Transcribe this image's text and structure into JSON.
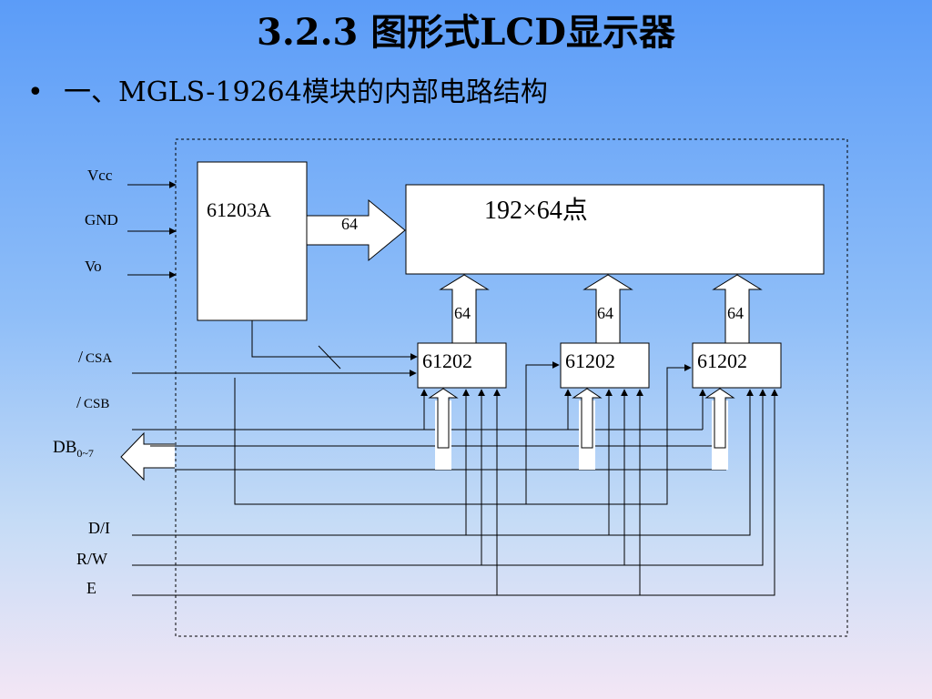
{
  "title": "3.2.3 图形式LCD显示器",
  "bullet": {
    "marker": "•",
    "text": "一、MGLS-19264模块的内部电路结构"
  },
  "diagram": {
    "signals": {
      "vcc": "Vcc",
      "gnd": "GND",
      "vo": "Vo",
      "csa_prefix": "/",
      "csa": "CSA",
      "csb_prefix": "/",
      "csb": "CSB",
      "db": "DB",
      "db_sub": "0~7",
      "di": "D/I",
      "rw": "R/W",
      "e": "E"
    },
    "common_driver": "61203A",
    "bus_width_common": "64",
    "lcd_panel": "192×64点",
    "segment_drivers": [
      {
        "name": "61202",
        "bus": "64"
      },
      {
        "name": "61202",
        "bus": "64"
      },
      {
        "name": "61202",
        "bus": "64"
      }
    ]
  }
}
